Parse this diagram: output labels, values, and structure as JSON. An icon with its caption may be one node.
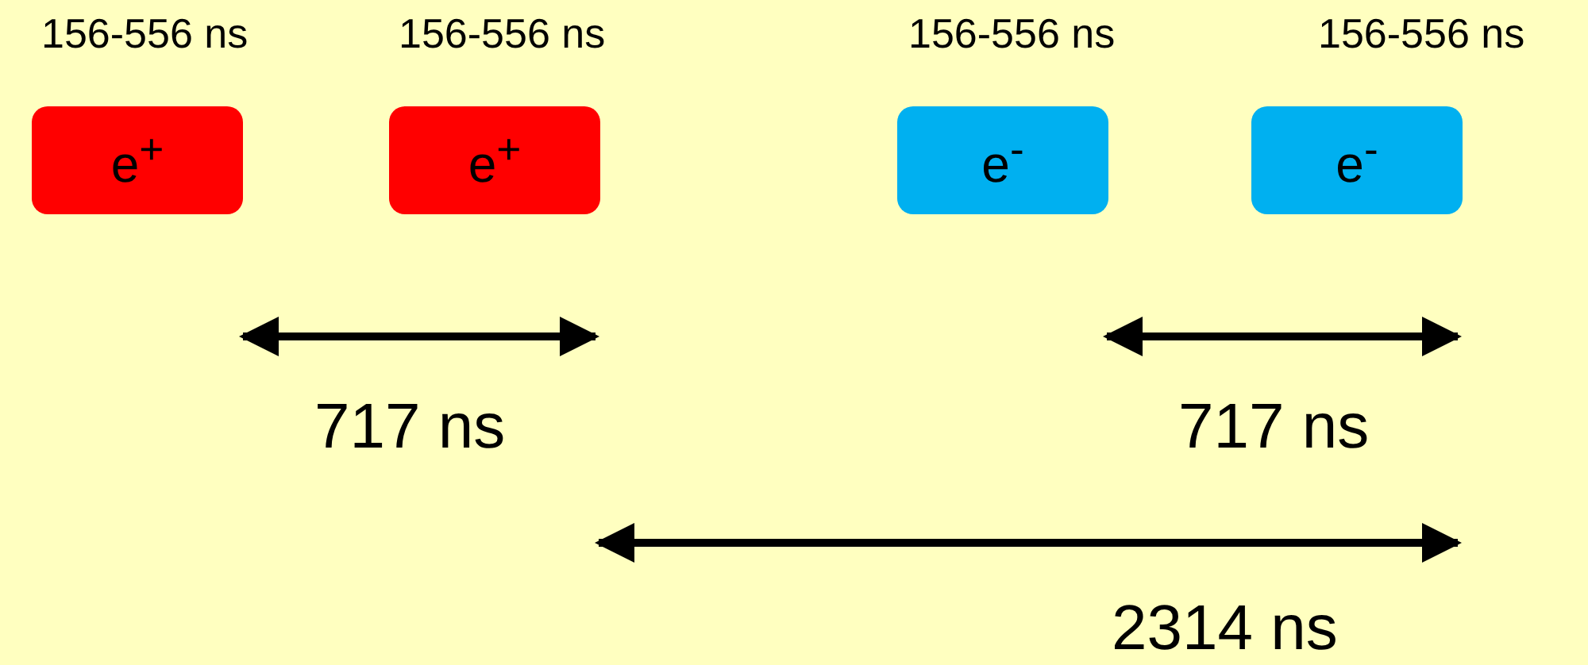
{
  "diagram": {
    "nodes": [
      {
        "text": [
          "e$^{+}$"
        ],
        "beside": [
          "156-556 ns"
        ]
      },
      {
        "text": [
          "e$^{+}$"
        ],
        "beside": [
          "156-556 ns"
        ]
      },
      {
        "text": [
          "e$^{-}$"
        ],
        "beside": [
          "156-556 ns"
        ]
      },
      {
        "text": [
          "e$^{-}$"
        ],
        "beside": [
          "156-556 ns"
        ]
      }
    ],
    "labels": [
      "717 ns",
      "717 ns",
      "2314 ns"
    ]
  }
}
